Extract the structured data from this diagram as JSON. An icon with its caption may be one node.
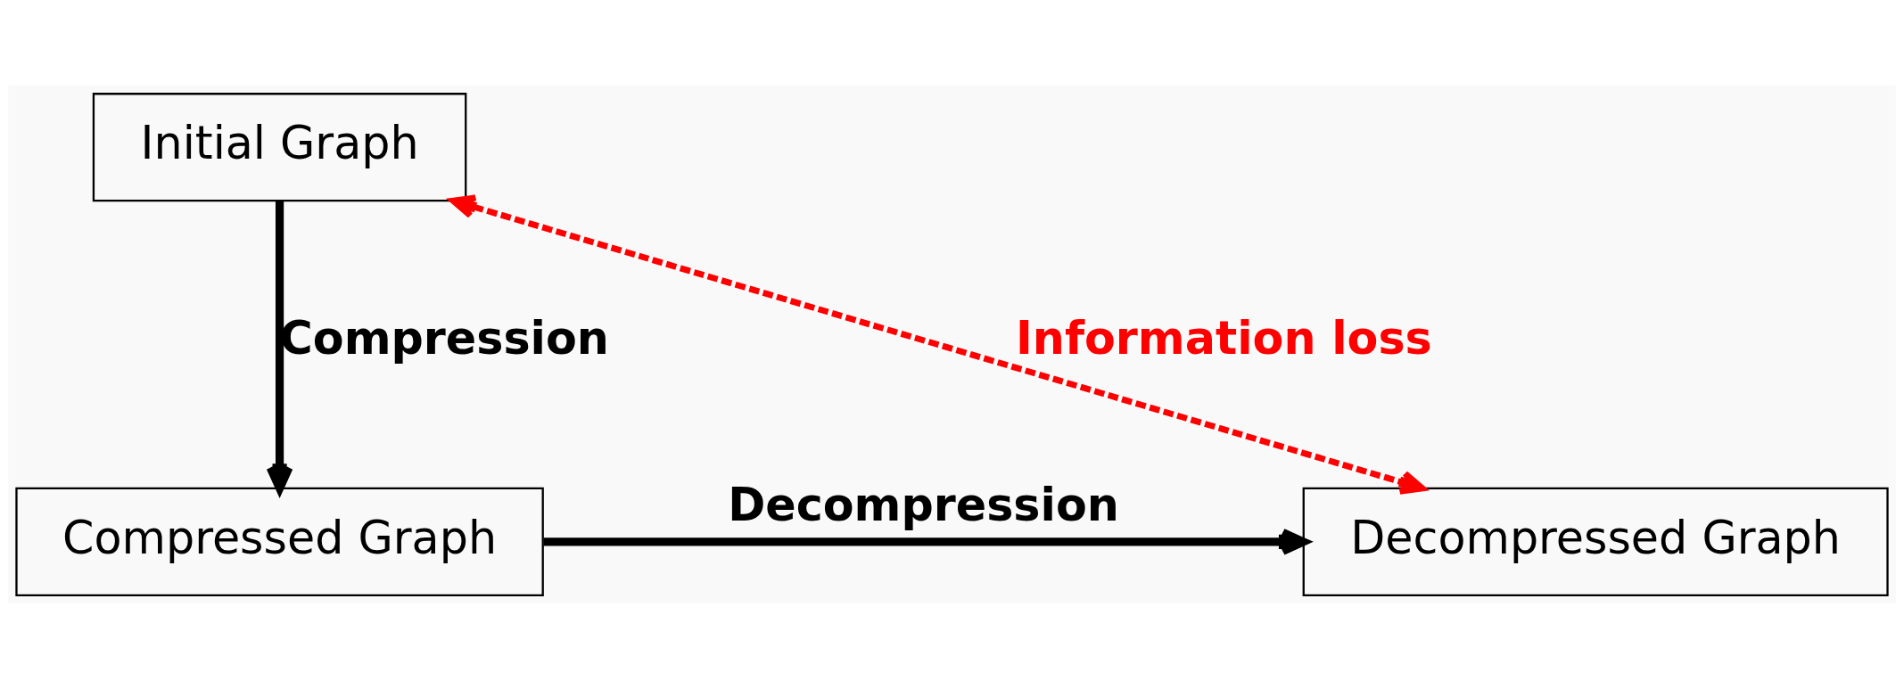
{
  "diagram": {
    "nodes": [
      {
        "text": [
          "Initial Graph"
        ]
      },
      {
        "text": [
          "Compressed Graph"
        ]
      },
      {
        "text": [
          "Decompressed Graph"
        ]
      }
    ],
    "edges": [
      {
        "from": 0,
        "to": 1,
        "arrow": "to",
        "label": "Compression"
      },
      {
        "from": 1,
        "to": 2,
        "arrow": "to",
        "label": "Decompression"
      },
      {
        "from": 0,
        "to": 2,
        "arrow": "both",
        "label": "Information loss",
        "style": "dashed",
        "color": "#ff0000"
      }
    ]
  }
}
